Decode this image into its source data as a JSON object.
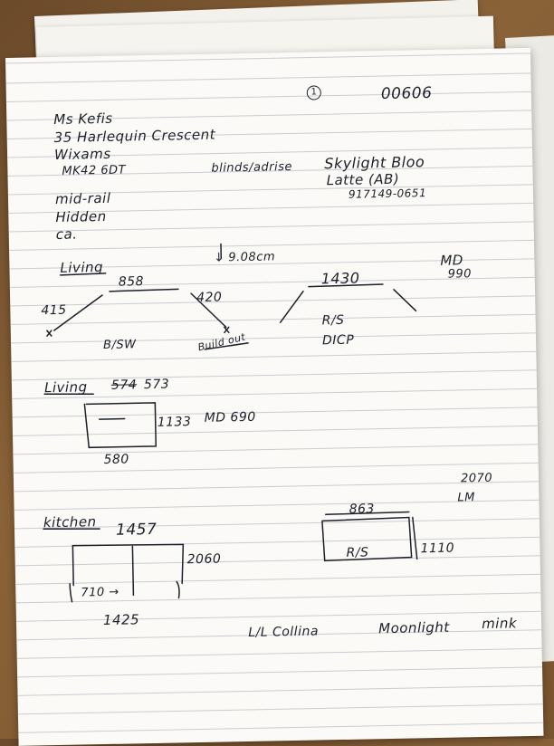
{
  "page_number": "1",
  "job_number": "00606",
  "customer": {
    "name": "Ms Kefis",
    "street": "35 Harlequin Crescent",
    "town": "Wixams",
    "postcode": "MK42 6DT"
  },
  "header_notes": {
    "product": "blinds/adrise",
    "fabric": "Skylight Bloo",
    "colour": "Latte (AB)",
    "phone": "917149-0651"
  },
  "fitting_notes": [
    "mid-rail",
    "Hidden",
    "ca."
  ],
  "living_bay": {
    "title": "Living",
    "drop_note": "↓ 9.08cm",
    "left_width": "858",
    "left_side": "415",
    "right_side": "420",
    "left_label": "B/SW",
    "build_out": "Build out",
    "right_width": "1430",
    "right_label1": "R/S",
    "right_label2": "DICP",
    "mid_label": "MD",
    "mid_value": "990"
  },
  "living_window": {
    "title": "Living",
    "crossed_value": "574",
    "width": "573",
    "height": "1133",
    "bottom_width": "580",
    "mid_note": "MD 690"
  },
  "side_note": {
    "value": "2070",
    "label": "LM"
  },
  "kitchen": {
    "title": "kitchen",
    "top_width": "1457",
    "height": "2060",
    "inner_width": "710 →",
    "bottom_width": "1425",
    "right_width": "863",
    "right_label": "R/S",
    "right_height": "1110"
  },
  "footer_note": {
    "range": "L/L Collina",
    "colour1": "Moonlight",
    "colour2": "mink"
  }
}
